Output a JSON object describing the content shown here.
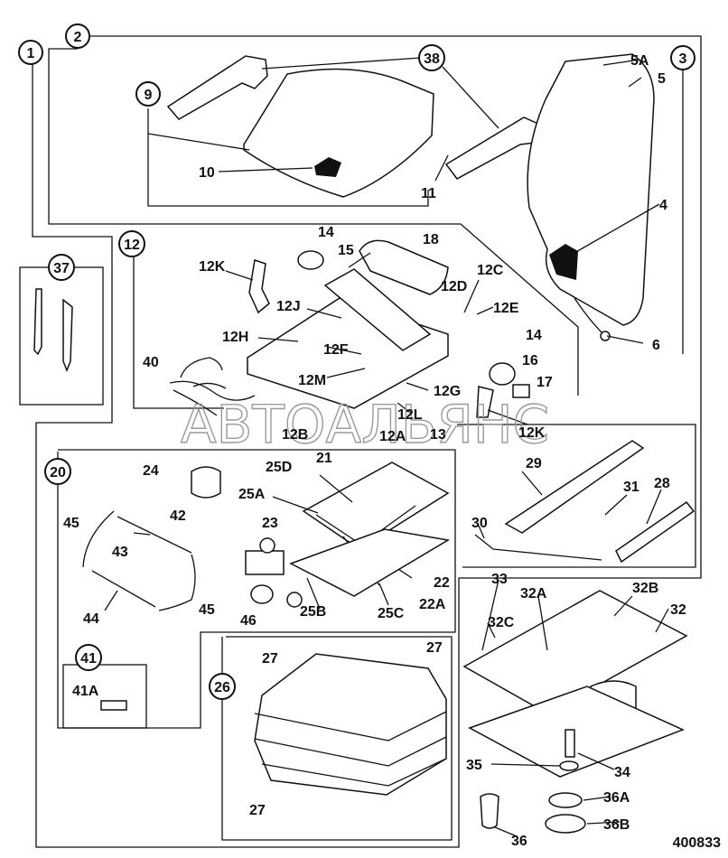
{
  "diagram": {
    "doc_number": "400833",
    "watermark": "АВТОАЛЬЯНС",
    "group_labels": [
      "1",
      "2",
      "3",
      "9",
      "12",
      "20",
      "26",
      "37",
      "38",
      "41"
    ],
    "part_labels": [
      "4",
      "5",
      "5A",
      "6",
      "10",
      "11",
      "12C",
      "12D",
      "12E",
      "12F",
      "12G",
      "12H",
      "12J",
      "12K",
      "12K",
      "12L",
      "12M",
      "12A",
      "12B",
      "13",
      "14",
      "14",
      "15",
      "16",
      "17",
      "18",
      "21",
      "22",
      "22A",
      "23",
      "24",
      "25A",
      "25B",
      "25C",
      "25D",
      "27",
      "27",
      "27",
      "28",
      "29",
      "30",
      "31",
      "32",
      "32A",
      "32B",
      "32C",
      "33",
      "34",
      "35",
      "36",
      "36A",
      "36B",
      "40",
      "41A",
      "42",
      "43",
      "44",
      "45",
      "45",
      "46"
    ]
  }
}
